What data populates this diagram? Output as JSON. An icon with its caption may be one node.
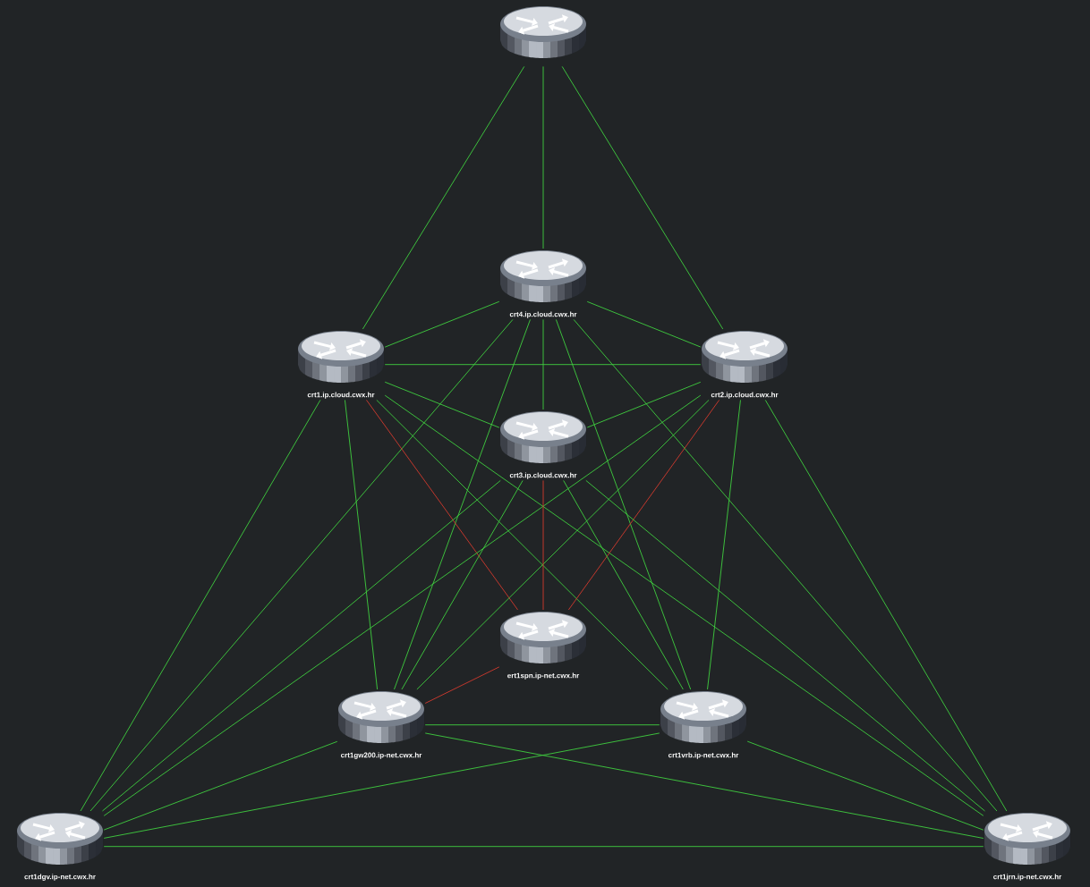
{
  "diagram": {
    "nodes": [
      {
        "text": [],
        "shape": "picture"
      },
      {
        "text": [
          "crt4.ip.cloud.cwx.hr"
        ]
      },
      {
        "text": [
          "crt1.ip.cloud.cwx.hr"
        ]
      },
      {
        "text": [
          "crt2.ip.cloud.cwx.hr"
        ]
      },
      {
        "text": [
          "crt3.ip.cloud.cwx.hr"
        ]
      },
      {
        "text": [
          "ert1spn.ip-net.cwx.hr"
        ]
      },
      {
        "text": [
          "crt1gw200.ip-net.cwx.hr"
        ]
      },
      {
        "text": [
          "crt1vrb.ip-net.cwx.hr"
        ]
      },
      {
        "text": [
          "crt1dgv.ip-net.cwx.hr"
        ]
      },
      {
        "text": [
          "crt1jrn.ip-net.cwx.hr"
        ]
      }
    ],
    "edges": [
      {
        "from": 0,
        "to": 2,
        "arrow": "none"
      },
      {
        "from": 0,
        "to": 1,
        "arrow": "none"
      },
      {
        "from": 0,
        "to": 3,
        "arrow": "none"
      },
      {
        "from": 1,
        "to": 2,
        "arrow": "none"
      },
      {
        "from": 1,
        "to": 3,
        "arrow": "none"
      },
      {
        "from": 1,
        "to": 4,
        "arrow": "none"
      },
      {
        "from": 1,
        "to": 8,
        "arrow": "none"
      },
      {
        "from": 1,
        "to": 6,
        "arrow": "none"
      },
      {
        "from": 1,
        "to": 7,
        "arrow": "none"
      },
      {
        "from": 1,
        "to": 9,
        "arrow": "none"
      },
      {
        "from": 2,
        "to": 3,
        "arrow": "none"
      },
      {
        "from": 2,
        "to": 4,
        "arrow": "none"
      },
      {
        "from": 2,
        "to": 8,
        "arrow": "none"
      },
      {
        "from": 2,
        "to": 6,
        "arrow": "none"
      },
      {
        "from": 2,
        "to": 5,
        "arrow": "none",
        "color": "#d23a2e"
      },
      {
        "from": 2,
        "to": 7,
        "arrow": "none"
      },
      {
        "from": 2,
        "to": 9,
        "arrow": "none"
      },
      {
        "from": 3,
        "to": 4,
        "arrow": "none"
      },
      {
        "from": 3,
        "to": 9,
        "arrow": "none"
      },
      {
        "from": 3,
        "to": 7,
        "arrow": "none"
      },
      {
        "from": 3,
        "to": 5,
        "arrow": "none",
        "color": "#d23a2e"
      },
      {
        "from": 3,
        "to": 6,
        "arrow": "none"
      },
      {
        "from": 3,
        "to": 8,
        "arrow": "none"
      },
      {
        "from": 4,
        "to": 5,
        "arrow": "none",
        "color": "#d23a2e"
      },
      {
        "from": 4,
        "to": 6,
        "arrow": "none"
      },
      {
        "from": 4,
        "to": 7,
        "arrow": "none"
      },
      {
        "from": 4,
        "to": 8,
        "arrow": "none"
      },
      {
        "from": 4,
        "to": 9,
        "arrow": "none"
      },
      {
        "from": 5,
        "to": 6,
        "arrow": "none",
        "color": "#d23a2e"
      },
      {
        "from": 6,
        "to": 7,
        "arrow": "none"
      },
      {
        "from": 6,
        "to": 8,
        "arrow": "none"
      },
      {
        "from": 6,
        "to": 9,
        "arrow": "none"
      },
      {
        "from": 7,
        "to": 8,
        "arrow": "none"
      },
      {
        "from": 7,
        "to": 9,
        "arrow": "none"
      },
      {
        "from": 8,
        "to": 9,
        "arrow": "none"
      }
    ]
  }
}
